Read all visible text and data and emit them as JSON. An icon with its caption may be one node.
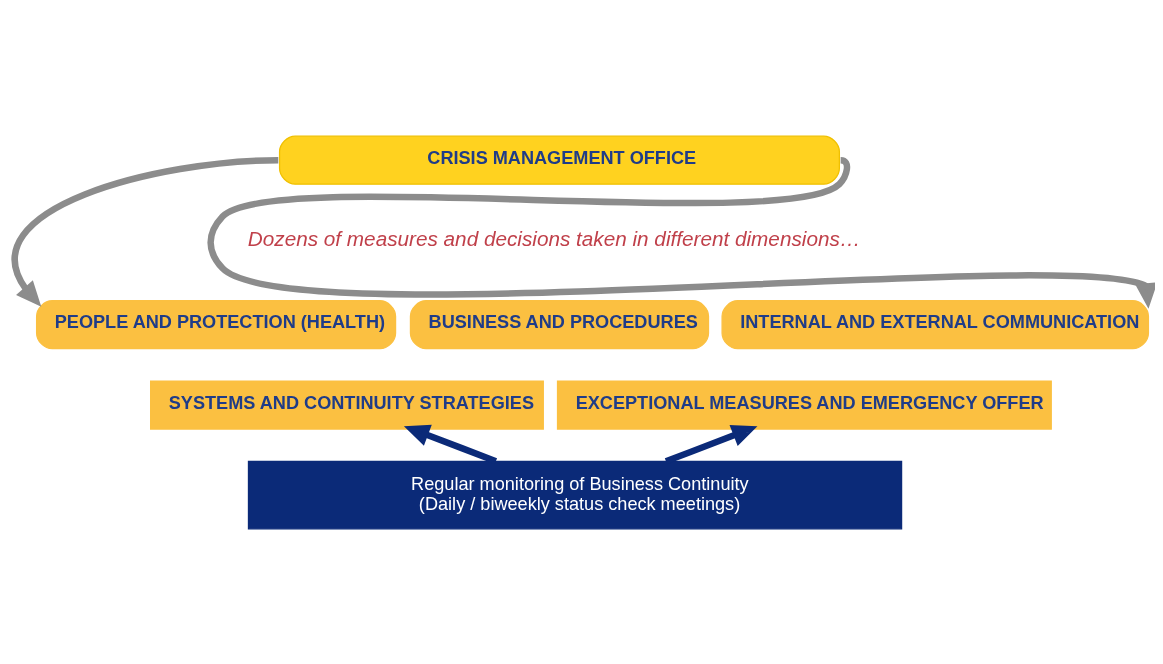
{
  "diagram": {
    "nodes": [
      {
        "text": [
          "CRISIS MANAGEMENT OFFICE"
        ]
      },
      {
        "text": [
          "PEOPLE AND PROTECTION (HEALTH)"
        ]
      },
      {
        "text": [
          "BUSINESS AND PROCEDURES"
        ]
      },
      {
        "text": [
          "INTERNAL AND EXTERNAL COMMUNICATION"
        ]
      },
      {
        "text": [
          "SYSTEMS AND CONTINUITY STRATEGIES"
        ]
      },
      {
        "text": [
          "EXCEPTIONAL MEASURES AND EMERGENCY OFFER"
        ]
      },
      {
        "text": [
          "Regular monitoring of Business Continuity",
          "(Daily / biweekly status check meetings)"
        ]
      }
    ],
    "edges": [
      {
        "from": 0,
        "to": 1,
        "arrow": "to",
        "color": "#8c8c8c"
      },
      {
        "from": 0,
        "to": 3,
        "arrow": "to",
        "color": "#8c8c8c"
      },
      {
        "from": 6,
        "to": 4,
        "arrow": "to",
        "color": "#0b2a78"
      },
      {
        "from": 6,
        "to": 5,
        "arrow": "to",
        "color": "#0b2a78"
      }
    ],
    "labels": [
      "Dozens of measures and decisions taken in different dimensions…"
    ]
  }
}
